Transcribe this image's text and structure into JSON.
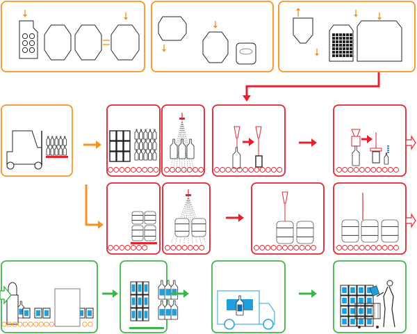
{
  "colors": {
    "stage_production": "#f7931e",
    "stage_filling": "#e8202a",
    "stage_distribution": "#3db54a",
    "product_blue": "#1ea0dc",
    "line": "#222222"
  },
  "stages": [
    {
      "id": "brewing-vessels",
      "group": "production",
      "icon": "mash-tun-vessels-icon"
    },
    {
      "id": "fermentation-vessels",
      "group": "production",
      "icon": "fermenter-icon"
    },
    {
      "id": "filtration",
      "group": "production",
      "icon": "filter-tank-icon"
    },
    {
      "id": "forklift-delivery",
      "group": "production",
      "icon": "forklift-icon"
    },
    {
      "id": "bottle-depalletizing",
      "group": "filling",
      "icon": "bottle-pallet-icon"
    },
    {
      "id": "bottle-rinsing",
      "group": "filling",
      "icon": "spray-rinse-icon"
    },
    {
      "id": "bottle-filling",
      "group": "filling",
      "icon": "bottle-filler-icon"
    },
    {
      "id": "bottle-capping",
      "group": "filling",
      "icon": "capper-icon"
    },
    {
      "id": "keg-depalletizing",
      "group": "filling",
      "icon": "keg-pallet-icon"
    },
    {
      "id": "keg-washing",
      "group": "filling",
      "icon": "keg-wash-icon"
    },
    {
      "id": "keg-filling",
      "group": "filling",
      "icon": "keg-filler-icon"
    },
    {
      "id": "keg-sealing",
      "group": "filling",
      "icon": "keg-sealer-icon"
    },
    {
      "id": "packaging",
      "group": "distribution",
      "icon": "packaging-line-icon"
    },
    {
      "id": "palletizing",
      "group": "distribution",
      "icon": "pallet-stack-icon"
    },
    {
      "id": "transport",
      "group": "distribution",
      "icon": "delivery-truck-icon"
    },
    {
      "id": "retail",
      "group": "distribution",
      "icon": "shopper-cart-icon"
    }
  ]
}
